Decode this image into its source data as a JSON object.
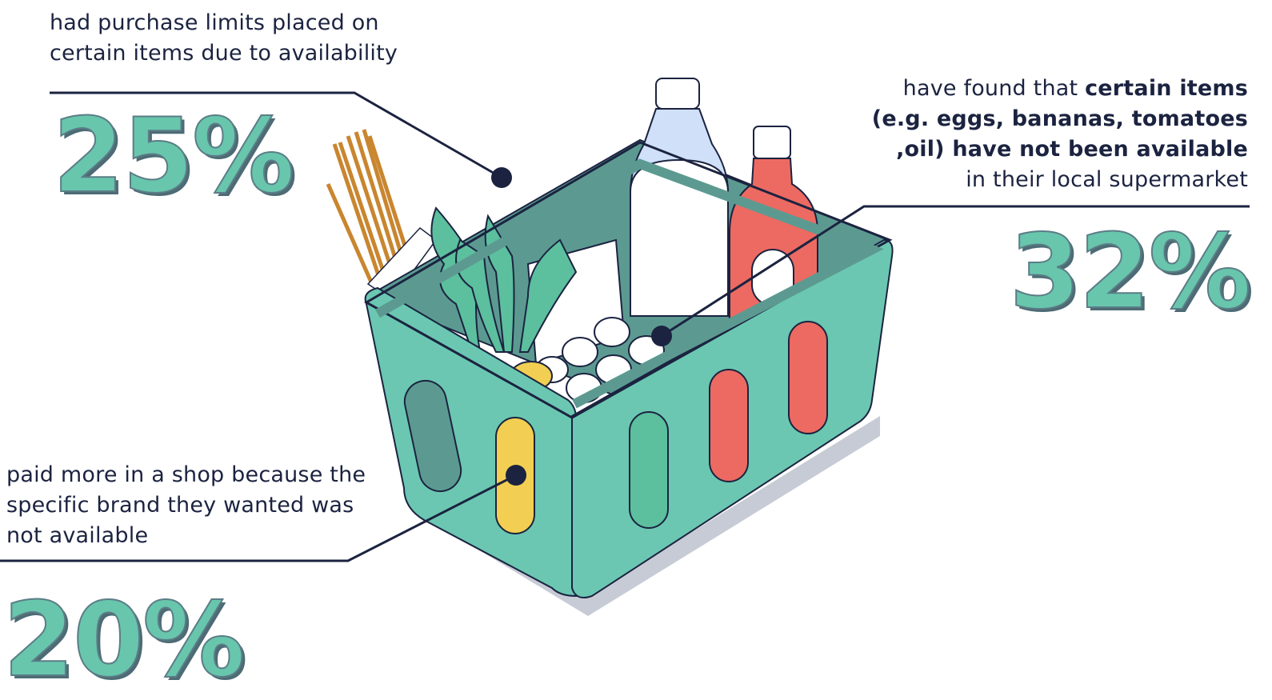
{
  "stats": [
    {
      "value": "25%",
      "caption_lines": [
        "had purchase limits placed on",
        "certain items due to availability"
      ]
    },
    {
      "value": "32%",
      "caption": {
        "line1_normal": "have found that ",
        "line1_bold": "certain items",
        "line2_bold": "(e.g. eggs, bananas, tomatoes",
        "line3_bold": ",oil) have not been available",
        "line4_normal": "in their local supermarket"
      }
    },
    {
      "value": "20%",
      "caption_lines": [
        "paid more in a shop because the",
        "specific brand they wanted was",
        "not available"
      ]
    }
  ],
  "colors": {
    "stat_fill": "#68c6ad",
    "basket": "#6bc7b1",
    "basket_dark": "#5b9b92",
    "outline": "#1b2340",
    "bottle_red": "#ec6a62",
    "milk": "#e4eefb",
    "carrot_leaf": "#5cbf9e",
    "pasta": "#c9862f"
  },
  "icons": [
    "basket-illustration",
    "milk-bottle",
    "oil-bottle",
    "pasta-bundle",
    "carrot-greens",
    "egg-carton"
  ]
}
